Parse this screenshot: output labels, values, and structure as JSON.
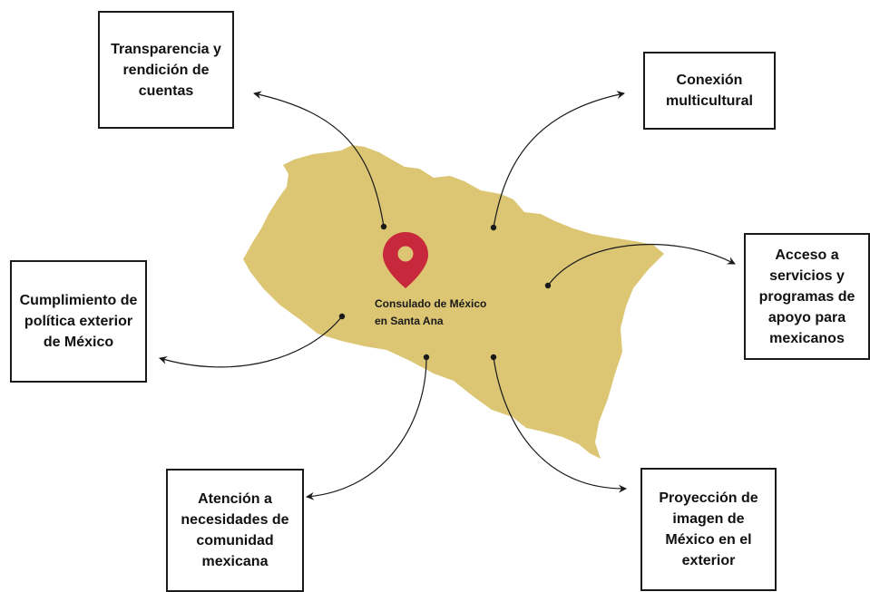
{
  "center": {
    "label": "Consulado de México en Santa Ana",
    "pin_icon": "map-pin-icon",
    "pin_color": "#c8283c",
    "map_color": "#dcc673"
  },
  "nodes": [
    {
      "id": "transparencia",
      "label": "Transparencia y rendición de cuentas"
    },
    {
      "id": "conexion",
      "label": "Conexión multicultural"
    },
    {
      "id": "acceso",
      "label": "Acceso a servicios y programas de apoyo para mexicanos"
    },
    {
      "id": "cumplimiento",
      "label": "Cumplimiento de política exterior de México"
    },
    {
      "id": "atencion",
      "label": "Atención a necesidades de comunidad mexicana"
    },
    {
      "id": "proyeccion",
      "label": "Proyección de imagen de México en el exterior"
    }
  ]
}
